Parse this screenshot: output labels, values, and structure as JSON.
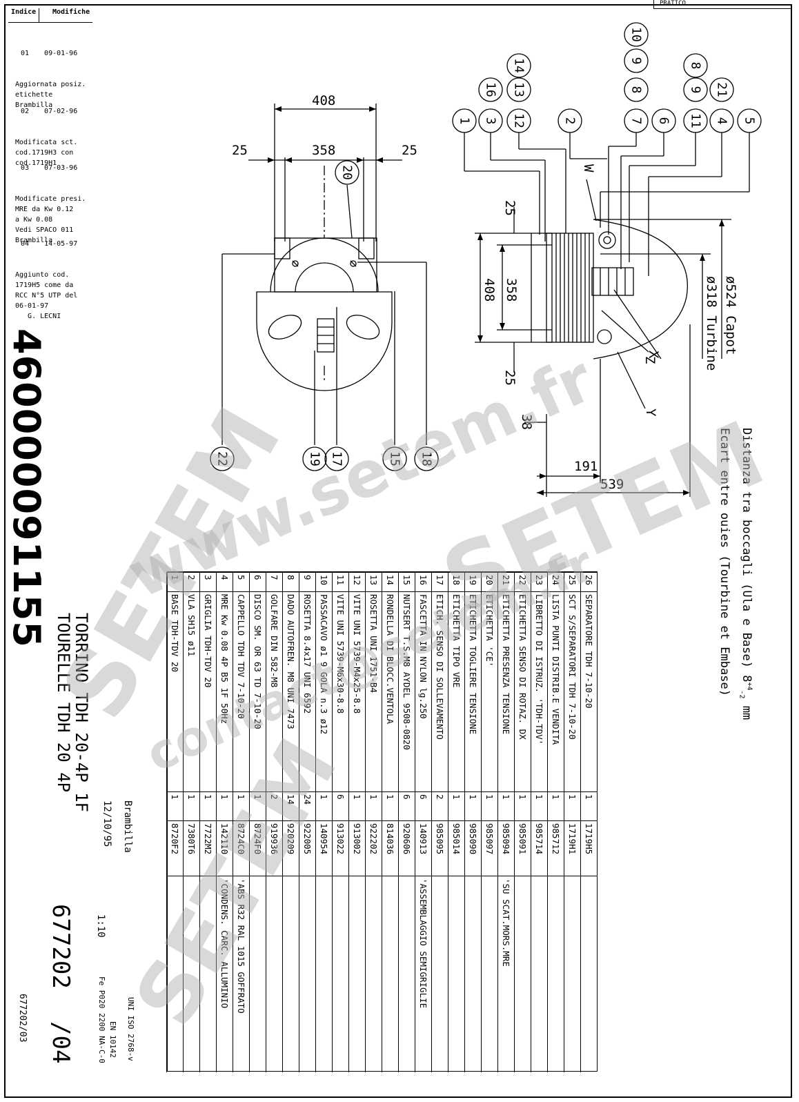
{
  "header": {
    "pratico_label": "PRATICO",
    "revision_col_index": "Indice",
    "revision_col_changes": "Modifiche"
  },
  "revisions": [
    {
      "index": "01",
      "date": "09-01-96",
      "text": "Aggiornata posiz.\netichette\nBrambilla"
    },
    {
      "index": "02",
      "date": "07-02-96",
      "text": "Modificata sct.\ncod.1719H3 con\ncod.1719H1"
    },
    {
      "index": "03",
      "date": "07-03-96",
      "text": "Modificate presi.\nMRE da Kw 0.12\na Kw 0.08\nVedi SPACO 011\nBrambilla"
    },
    {
      "index": "04",
      "date": "14-05-97",
      "text": "Aggiunto cod.\n1719H5 come da\nRCC N°5 UTP del\n06-01-97\n   G. LECNI"
    }
  ],
  "drawing_number": "460000091155",
  "dimensions": {
    "front": {
      "overall": "408",
      "inner": "358",
      "left": "25",
      "right": "25"
    },
    "side": {
      "top": "25",
      "height_outer": "408",
      "height_inner": "358",
      "bottom": "25",
      "offset": "38",
      "depth_mid": "191",
      "depth_total": "539",
      "cap_diameter": "ø524 Capot",
      "turbine_diameter": "ø318 Turbine"
    },
    "labels": {
      "w": "W",
      "x": "X",
      "y": "Y",
      "z": "Z"
    }
  },
  "balloons": {
    "front": [
      "20",
      "22",
      "19",
      "17",
      "15",
      "18"
    ],
    "side": [
      "1",
      "16",
      "3",
      "14",
      "13",
      "12",
      "2",
      "10",
      "9",
      "8",
      "7",
      "6",
      "8",
      "9",
      "11",
      "21",
      "4",
      "5"
    ]
  },
  "notes": {
    "distance_it": "Distanza tra boccagli (Ula e Base) 8",
    "tolerance_top": "+4",
    "tolerance_bottom": "-2",
    "unit": "mm",
    "distance_fr": "Ecart entre ouies (Tourbine et Embase)"
  },
  "parts": [
    {
      "pos": "26",
      "desc": "SEPARATORE TDH 7-10-20",
      "qty": "1",
      "code": "1719H5",
      "note": ""
    },
    {
      "pos": "25",
      "desc": "SCT S/SEPARATORI TDH 7-10-20",
      "qty": "1",
      "code": "1719H1",
      "note": ""
    },
    {
      "pos": "24",
      "desc": "LISTA PUNTI DISTRIB.E VENDITA",
      "qty": "1",
      "code": "985712",
      "note": ""
    },
    {
      "pos": "23",
      "desc": "LIBRETTO DI ISTRUZ. 'TDH-TDV'",
      "qty": "1",
      "code": "985714",
      "note": ""
    },
    {
      "pos": "22",
      "desc": "ETICHETTA SENSO DI ROTAZ. DX",
      "qty": "1",
      "code": "985091",
      "note": ""
    },
    {
      "pos": "21",
      "desc": "ETICHETTA PRESENZA TENSIONE",
      "qty": "1",
      "code": "985094",
      "note": "'SU SCAT.MORS.MRE"
    },
    {
      "pos": "20",
      "desc": "ETICHETTA 'CE'",
      "qty": "1",
      "code": "985097",
      "note": ""
    },
    {
      "pos": "19",
      "desc": "ETICHETTA TOGLIERE TENSIONE",
      "qty": "1",
      "code": "985090",
      "note": ""
    },
    {
      "pos": "18",
      "desc": "ETICHETTA TIPO VRE",
      "qty": "1",
      "code": "985014",
      "note": ""
    },
    {
      "pos": "17",
      "desc": "ETICH. SENSO DI SOLLEVAMENTO",
      "qty": "2",
      "code": "985095",
      "note": ""
    },
    {
      "pos": "16",
      "desc": "FASCETTA IN NYLON lg.250",
      "qty": "6",
      "code": "140913",
      "note": "'ASSEMBLAGGIO SEMIGRIGLIE"
    },
    {
      "pos": "15",
      "desc": "NUTSERT T.S.M8 AYDEL 9508-0820",
      "qty": "6",
      "code": "920606",
      "note": ""
    },
    {
      "pos": "14",
      "desc": "RONDELLA DI BLOCC.VENTOLA",
      "qty": "1",
      "code": "814036",
      "note": ""
    },
    {
      "pos": "13",
      "desc": "ROSETTA UNI 1751-B4",
      "qty": "1",
      "code": "922202",
      "note": ""
    },
    {
      "pos": "12",
      "desc": "VITE UNI 5739-M4x25-8.8",
      "qty": "1",
      "code": "913002",
      "note": ""
    },
    {
      "pos": "11",
      "desc": "VITE UNI 5739-M6x30-8.8",
      "qty": "6",
      "code": "913022",
      "note": ""
    },
    {
      "pos": "10",
      "desc": "PASSACAVO ø1 9 GOLA n.3 ø12",
      "qty": "1",
      "code": "140954",
      "note": ""
    },
    {
      "pos": "9",
      "desc": "ROSETTA 8.4x17 UNI 6592",
      "qty": "24",
      "code": "922005",
      "note": ""
    },
    {
      "pos": "8",
      "desc": "DADO AUTOFREN. M8 UNI 7473",
      "qty": "14",
      "code": "920209",
      "note": ""
    },
    {
      "pos": "7",
      "desc": "GOLFARE DIN 582-M8",
      "qty": "2",
      "code": "919936",
      "note": ""
    },
    {
      "pos": "6",
      "desc": "DISCO SM. OR 63 TD 7-10-20",
      "qty": "1",
      "code": "8724F0",
      "note": ""
    },
    {
      "pos": "5",
      "desc": "CAPPELLO TDH TDV 7-10-20",
      "qty": "1",
      "code": "8724C0",
      "note": "'ABS R32 RAL 1015 GOFFRATO"
    },
    {
      "pos": "4",
      "desc": "MRE Kw 0.08 4P B5 1F 50Hz",
      "qty": "1",
      "code": "142110",
      "note": "'CONDENS. CARC. ALLUMINIO"
    },
    {
      "pos": "3",
      "desc": "GRIGLIA TDH-TDV 20",
      "qty": "1",
      "code": "7722M2",
      "note": ""
    },
    {
      "pos": "2",
      "desc": "VLA SH15 ø11",
      "qty": "1",
      "code": "7380T6",
      "note": ""
    },
    {
      "pos": "1",
      "desc": "BASE TDH-TDV 20",
      "qty": "1",
      "code": "8720F2",
      "note": ""
    }
  ],
  "title_block": {
    "title_it": "TORRINO TDH 20-4P 1F",
    "title_fr": "TOURELLE TDH 20 4P",
    "date": "12/10/95",
    "drawn_by": "Brambilla",
    "scale": "1:10",
    "number": "677202",
    "revision": "/04",
    "material": "Fe P020 2200 NA-C-0",
    "standard1": "UNI ISO 2768-v",
    "standard2": "EN 10142",
    "file_ref": "677202/03"
  },
  "watermarks": [
    "www.setem.fr",
    "SETEM",
    "contact@setem.fr",
    "SETEM",
    "SETEM"
  ]
}
